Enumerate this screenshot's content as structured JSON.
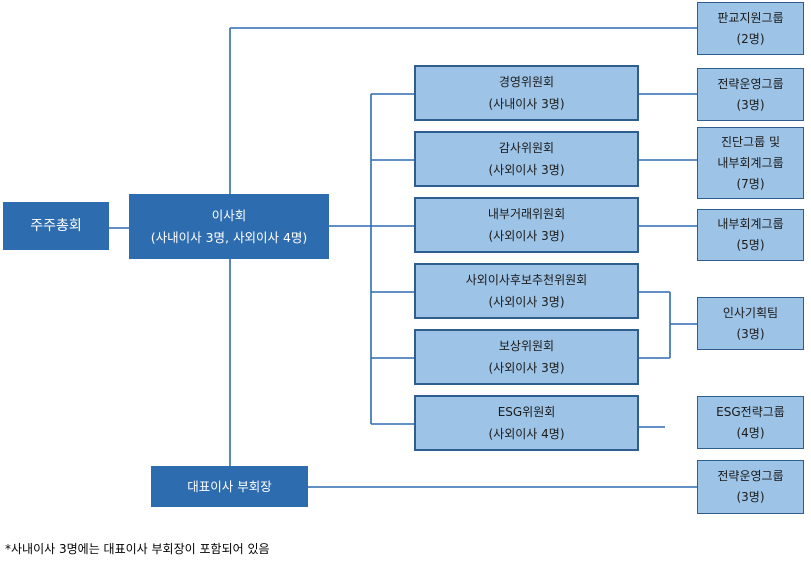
{
  "shareholders": {
    "label": "주주총회"
  },
  "board": {
    "title": "이사회",
    "detail": "(사내이사 3명, 사외이사 4명)"
  },
  "ceo": {
    "label": "대표이사 부회장"
  },
  "committees": [
    {
      "name": "경영위원회",
      "detail": "(사내이사 3명)"
    },
    {
      "name": "감사위원회",
      "detail": "(사외이사 3명)"
    },
    {
      "name": "내부거래위원회",
      "detail": "(사외이사 3명)"
    },
    {
      "name": "사외이사후보추천위원회",
      "detail": "(사외이사 3명)"
    },
    {
      "name": "보상위원회",
      "detail": "(사외이사 3명)"
    },
    {
      "name": "ESG위원회",
      "detail": "(사외이사 4명)"
    }
  ],
  "support_groups": [
    {
      "lines": [
        "판교지원그룹",
        "(2명)"
      ]
    },
    {
      "lines": [
        "전략운영그룹",
        "(3명)"
      ]
    },
    {
      "lines": [
        "진단그룹 및",
        "내부회계그룹",
        "(7명)"
      ]
    },
    {
      "lines": [
        "내부회계그룹",
        "(5명)"
      ]
    },
    {
      "lines": [
        "인사기획팀",
        "(3명)"
      ]
    },
    {
      "lines": [
        "ESG전략그룹",
        "(4명)"
      ]
    },
    {
      "lines": [
        "전략운영그룹",
        "(3명)"
      ]
    }
  ],
  "footnote": "*사내이사 3명에는 대표이사 부회장이 포함되어 있음",
  "colors": {
    "dark_box": "#2e6cb0",
    "light_box": "#9dc3e6",
    "light_border": "#2e5d8e",
    "connector": "#2e6cb0"
  }
}
